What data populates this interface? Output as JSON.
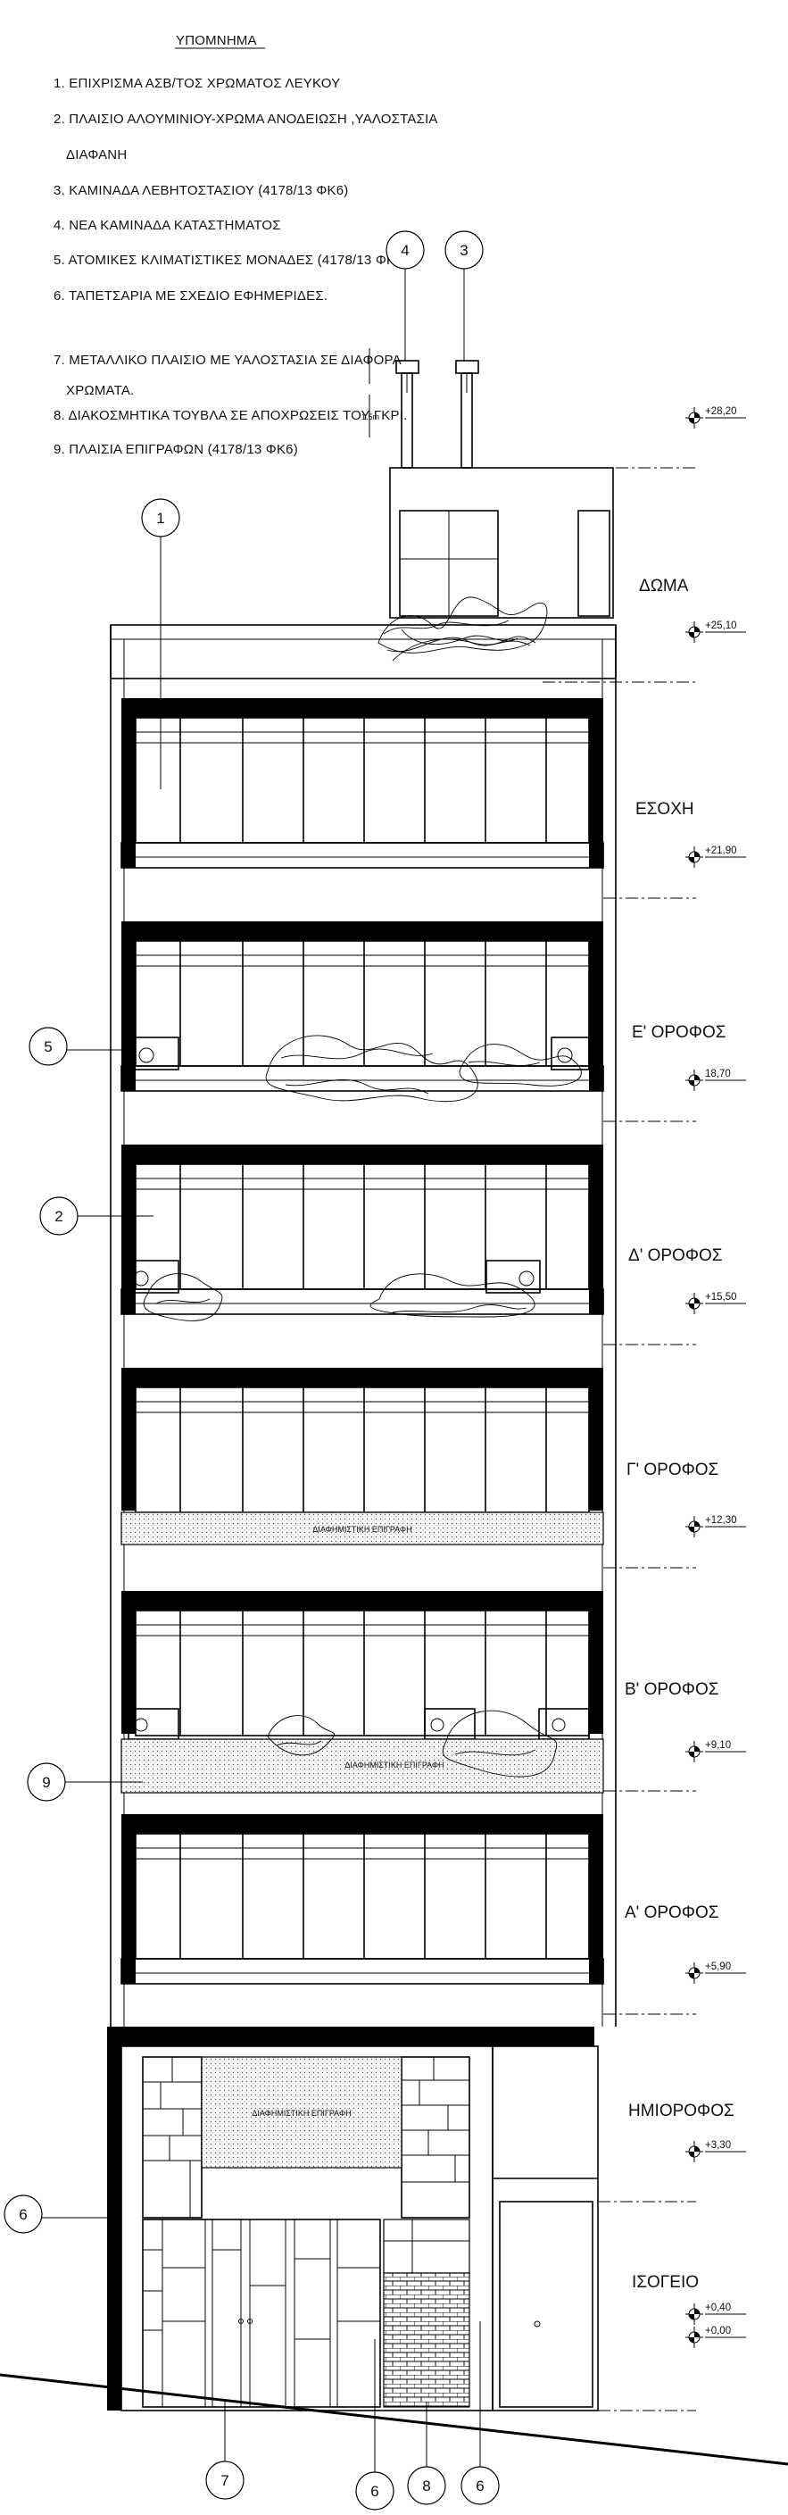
{
  "legend": {
    "title": "ΥΠΟΜΝΗΜΑ",
    "items": [
      "1. ΕΠΙΧΡΙΣΜΑ ΑΣΒ/ΤΟΣ ΧΡΩΜΑΤΟΣ ΛΕΥΚΟΥ",
      "2. ΠΛΑΙΣΙΟ ΑΛΟΥΜΙΝΙΟΥ-ΧΡΩΜΑ ΑΝΟΔΕΙΩΣΗ ,ΥΑΛΟΣΤΑΣΙΑ",
      "ΔΙΑΦΑΝΗ",
      "3. ΚΑΜΙΝΑΔΑ ΛΕΒΗΤΟΣΤΑΣΙΟΥ    (4178/13 ΦΚ6)",
      "4. ΝΕΑ ΚΑΜΙΝΑΔΑ ΚΑΤΑΣΤΗΜΑΤΟΣ",
      "5. ΑΤΟΜΙΚΕΣ ΚΛΙΜΑΤΙΣΤΙΚΕΣ ΜΟΝΑΔΕΣ   (4178/13 ΦΚ6)",
      "6. ΤΑΠΕΤΣΑΡΙΑ ΜΕ ΣΧΕΔΙΟ ΕΦΗΜΕΡΙΔΕΣ.",
      "7. ΜΕΤΑΛΛΙΚΟ ΠΛΑΙΣΙΟ ΜΕ ΥΑΛΟΣΤΑΣΙΑ ΣΕ ΔΙΑΦΟΡΑ",
      "ΧΡΩΜΑΤΑ.",
      "8. ΔΙΑΚΟΣΜΗΤΙΚΑ ΤΟΥΒΛΑ ΣΕ ΑΠΟΧΡΩΣΕΙΣ ΤΟΥ ΓΚΡΙ.",
      "9. ΠΛΑΙΣΙΑ ΕΠΙΓΡΑΦΩΝ (4178/13 ΦΚ6)"
    ]
  },
  "chimney_dimension": "1.5m",
  "floors": [
    {
      "name": "ΔΩΜΑ",
      "level": "+28,20",
      "level_low": "+25,10"
    },
    {
      "name": "ΕΣΟΧΗ",
      "level": "+21,90"
    },
    {
      "name": "Ε' ΟΡΟΦΟΣ",
      "level": "18,70"
    },
    {
      "name": "Δ' ΟΡΟΦΟΣ",
      "level": "+15,50"
    },
    {
      "name": "Γ' ΟΡΟΦΟΣ",
      "level": "+12,30"
    },
    {
      "name": "Β' ΟΡΟΦΟΣ",
      "level": "+9,10"
    },
    {
      "name": "Α' ΟΡΟΦΟΣ",
      "level": "+5,90"
    },
    {
      "name": "ΗΜΙΟΡΟΦΟΣ",
      "level": "+3,30"
    },
    {
      "name": "ΙΣΟΓΕΙΟ",
      "level": "+0,40",
      "level_ground": "+0,00"
    }
  ],
  "callouts": {
    "c1": "1",
    "c2": "2",
    "c3": "3",
    "c4": "4",
    "c5": "5",
    "c6a": "6",
    "c6b": "6",
    "c6c": "6",
    "c7": "7",
    "c8": "8",
    "c9": "9"
  },
  "sign_text": "ΔΙΑΦΗΜΙΣΤΙΚΗ ΕΠΙΓΡΑΦΗ"
}
